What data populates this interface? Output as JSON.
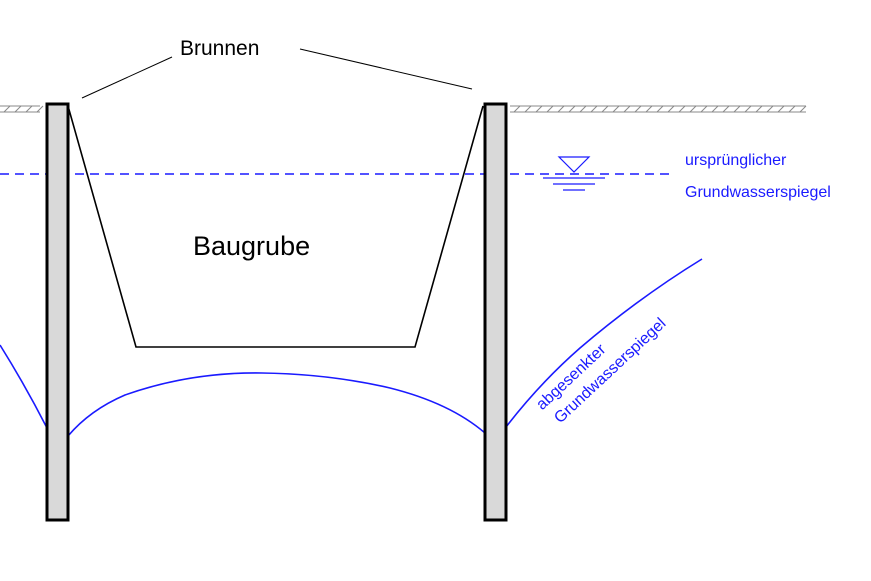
{
  "labels": {
    "wells": "Brunnen",
    "excavation": "Baugrube",
    "original_water_line1": "ursprünglicher",
    "original_water_line2": "Grundwasserspiegel",
    "lowered_water_line1": "abgesenkter",
    "lowered_water_line2": "Grundwasserspiegel"
  },
  "colors": {
    "water": "#1a1aff",
    "structure": "#000000",
    "well_fill": "#d9d9d9",
    "hatch": "#888888"
  },
  "icons": {
    "water_level_symbol": "triangle-down-with-lines"
  }
}
